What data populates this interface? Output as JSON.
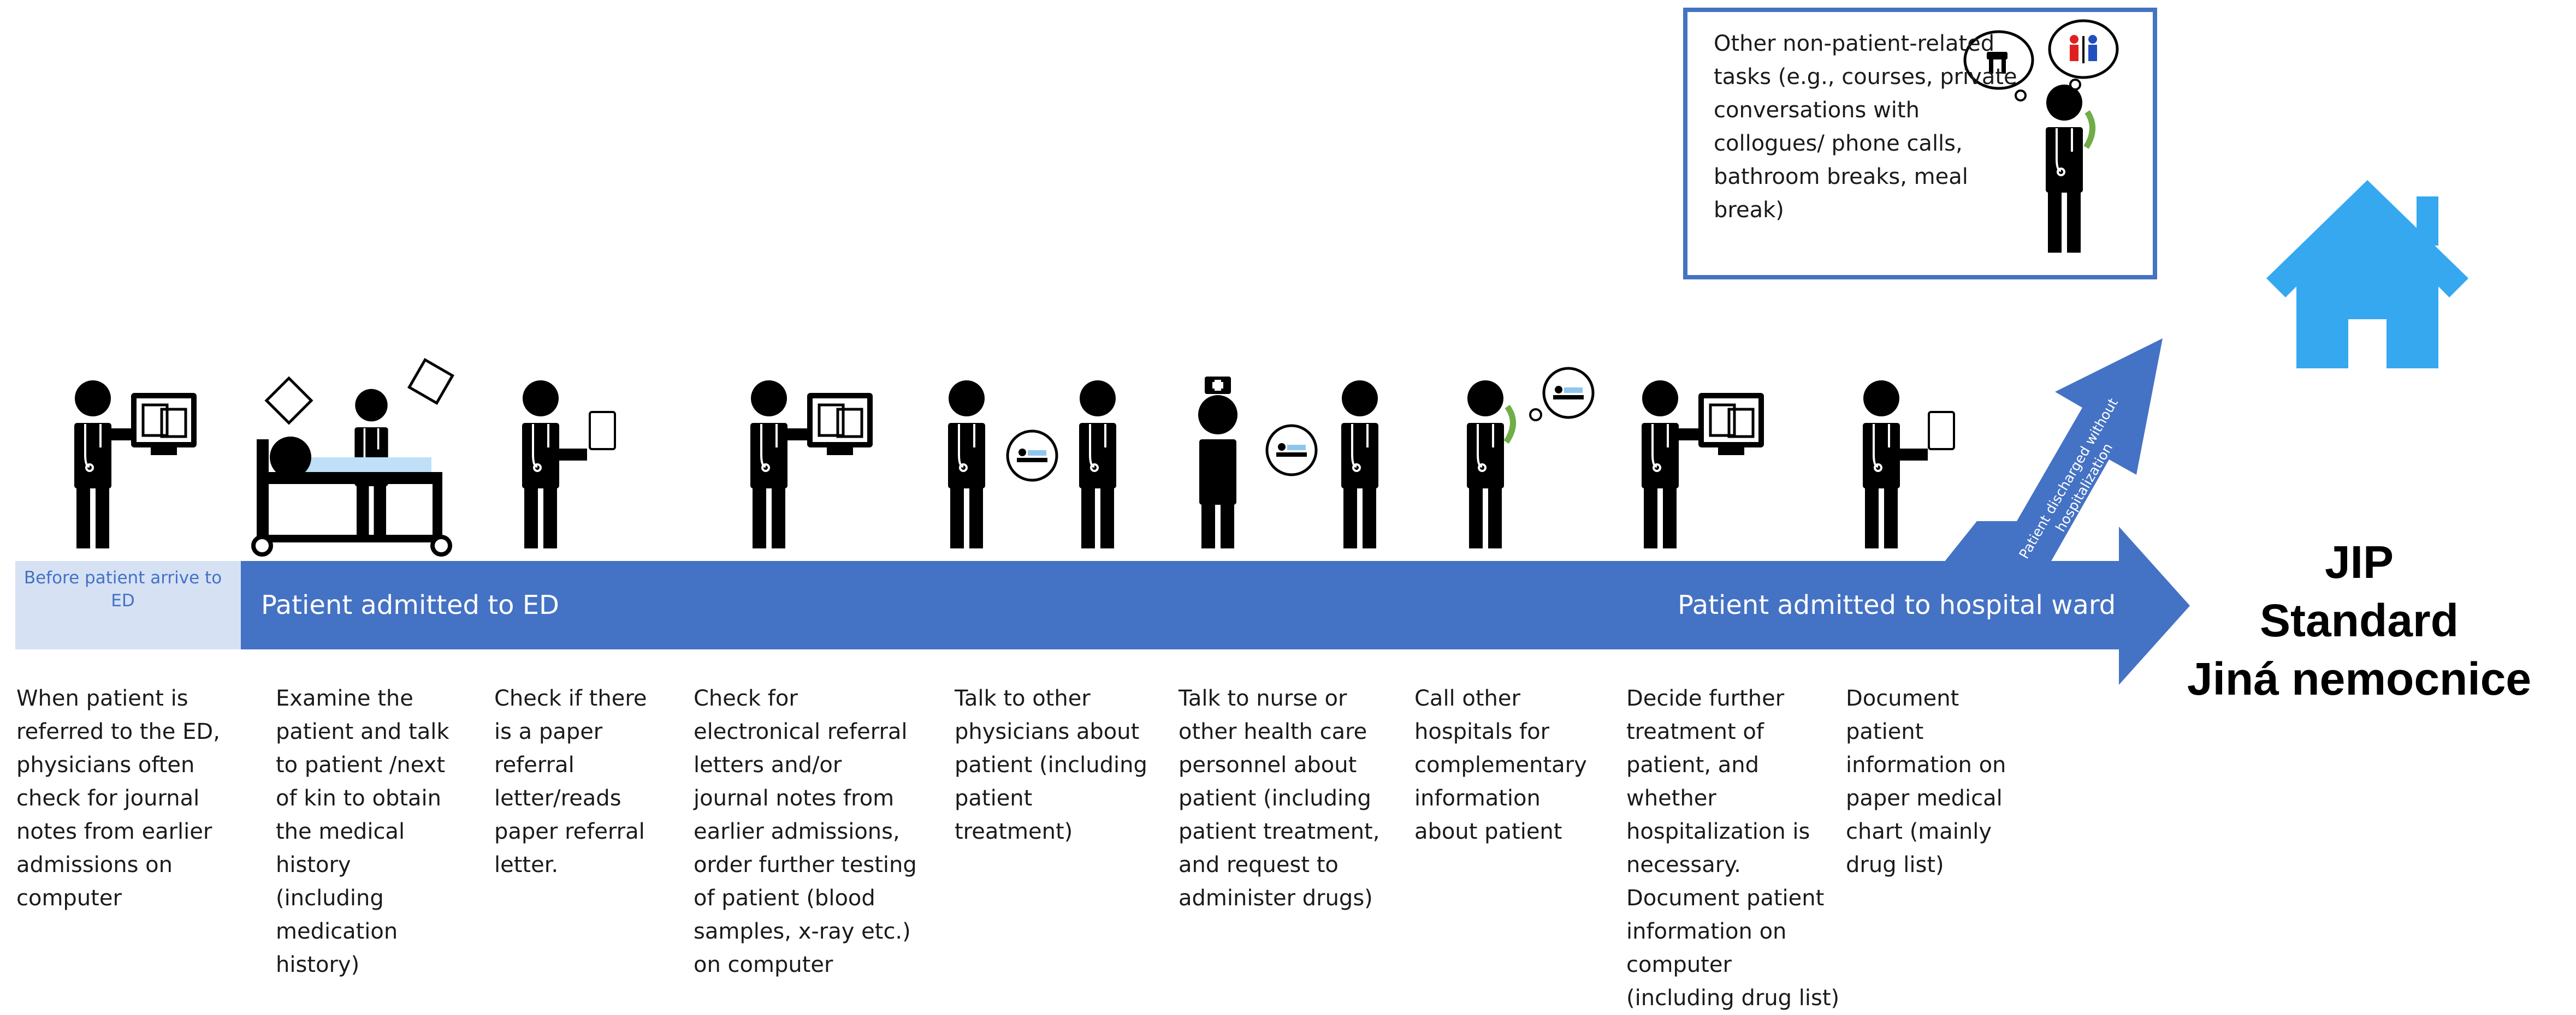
{
  "timeline": {
    "before_label": "Before patient arrive to ED",
    "start_label": "Patient admitted to ED",
    "end_label": "Patient admitted to hospital ward",
    "discharge_label": "Patient discharged without hospitalization"
  },
  "steps": [
    {
      "icon": "physician-at-computer-icon",
      "text": "When patient is referred to the ED, physicians often check for journal notes from earlier admissions on computer"
    },
    {
      "icon": "physician-examining-patient-in-bed-icon",
      "text": "Examine the patient and talk to patient /next of kin to obtain the medical history (including medication history)"
    },
    {
      "icon": "physician-reading-paper-icon",
      "text": "Check if there is a paper referral letter/reads paper referral letter."
    },
    {
      "icon": "physician-at-computer-icon",
      "text": "Check for electronical referral letters and/or journal notes from earlier admissions, order further testing of patient (blood samples, x-ray etc.) on computer"
    },
    {
      "icon": "physicians-talking-icon",
      "text": "Talk to other physicians about patient (including patient treatment)"
    },
    {
      "icon": "physician-talking-to-nurse-icon",
      "text": "Talk to nurse or other health care personnel about patient (including patient treatment, and request to administer drugs)"
    },
    {
      "icon": "physician-phone-call-icon",
      "text": "Call other hospitals for complementary information about patient"
    },
    {
      "icon": "physician-at-computer-icon",
      "text": "Decide further treatment of patient, and whether hospitalization is necessary. Document patient information on computer (including drug list)"
    },
    {
      "icon": "physician-reading-paper-icon",
      "text": "Document patient information on paper medical chart (mainly drug list)"
    }
  ],
  "other_tasks": {
    "text": "Other non-patient-related tasks (e.g., courses, private conversations with collogues/ phone calls, bathroom breaks, meal break)",
    "icon": "physician-other-tasks-icon"
  },
  "destination": {
    "icon": "home-icon",
    "lines": [
      "JIP",
      "Standard",
      "Jiná nemocnice"
    ]
  },
  "colors": {
    "arrow": "#4472c4",
    "pre_box": "#d6e1f4",
    "home": "#35a8f0",
    "note_border": "#4472c4",
    "phone": "#70ad47"
  }
}
